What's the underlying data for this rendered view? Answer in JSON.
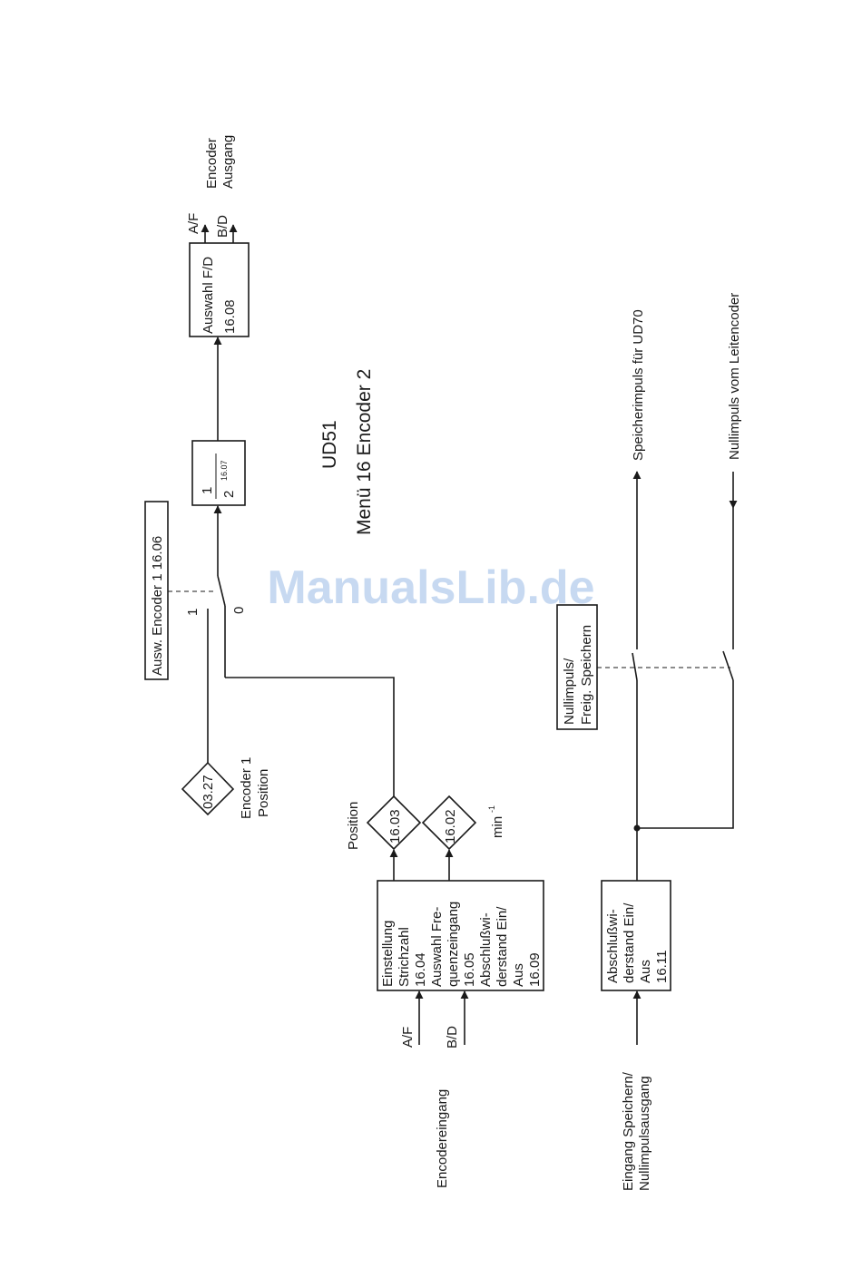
{
  "title": {
    "line1": "UD51",
    "line2": "Menü 16 Encoder 2"
  },
  "encoder_output": {
    "line1": "Encoder",
    "line2": "Ausgang",
    "af": "A/F",
    "bd": "B/D"
  },
  "auswahl_fd_box": {
    "line1": "Auswahl F/D",
    "line2": "16.08"
  },
  "divider_box": {
    "numerator": "1",
    "base": "2",
    "exponent": "16.07"
  },
  "selector": {
    "label": "Ausw. Encoder 1 16.06",
    "pos1": "1",
    "pos0": "0"
  },
  "param_0327": {
    "value": "03.27",
    "label1": "Encoder 1",
    "label2": "Position"
  },
  "param_1603": {
    "value": "16.03",
    "label": "Position"
  },
  "param_1602": {
    "value": "16.02",
    "unit": "min",
    "unit_exp": "-1"
  },
  "encoder_box": {
    "lines": [
      "Einstellung",
      "Strichzahl",
      "16.04",
      "Auswahl Fre-",
      "quenzeingang",
      "16.05",
      "Abschlußwi-",
      "derstand Ein/",
      "Aus",
      "16.09"
    ]
  },
  "encoder_input": {
    "af": "A/F",
    "bd": "B/D",
    "label": "Encodereingang"
  },
  "speicher_box": {
    "lines": [
      "Abschlußwi-",
      "derstand Ein/",
      "Aus",
      "16.11"
    ]
  },
  "speicher_input": {
    "line1": "Eingang Speichern/",
    "line2": "Nullimpulsausgang"
  },
  "nullimpuls_box": {
    "line1": "Nullimpuls/",
    "line2": "Freig. Speichern"
  },
  "speicherimpuls_out": "Speicherimpuls für UD70",
  "nullimpuls_in": "Nullimpuls vom Leitencoder",
  "watermark": "ManualsLib.de"
}
